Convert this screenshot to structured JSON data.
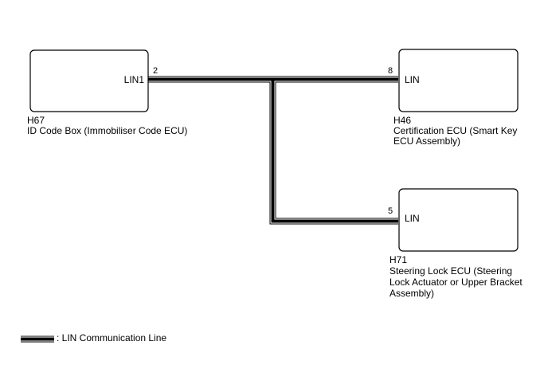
{
  "components": {
    "id_code_box": {
      "code": "H67",
      "name": "ID Code Box (Immobiliser Code ECU)",
      "terminal_label": "LIN1",
      "pin": "2"
    },
    "certification_ecu": {
      "code": "H46",
      "name_line1": "Certification ECU (Smart Key",
      "name_line2": "ECU Assembly)",
      "terminal_label": "LIN",
      "pin": "8"
    },
    "steering_lock_ecu": {
      "code": "H71",
      "name_line1": "Steering Lock ECU (Steering",
      "name_line2": "Lock Actuator or Upper Bracket",
      "name_line3": "Assembly)",
      "terminal_label": "LIN",
      "pin": "5"
    }
  },
  "legend": {
    "label": ": LIN Communication Line"
  },
  "colors": {
    "line": "#000000",
    "background": "#ffffff"
  }
}
